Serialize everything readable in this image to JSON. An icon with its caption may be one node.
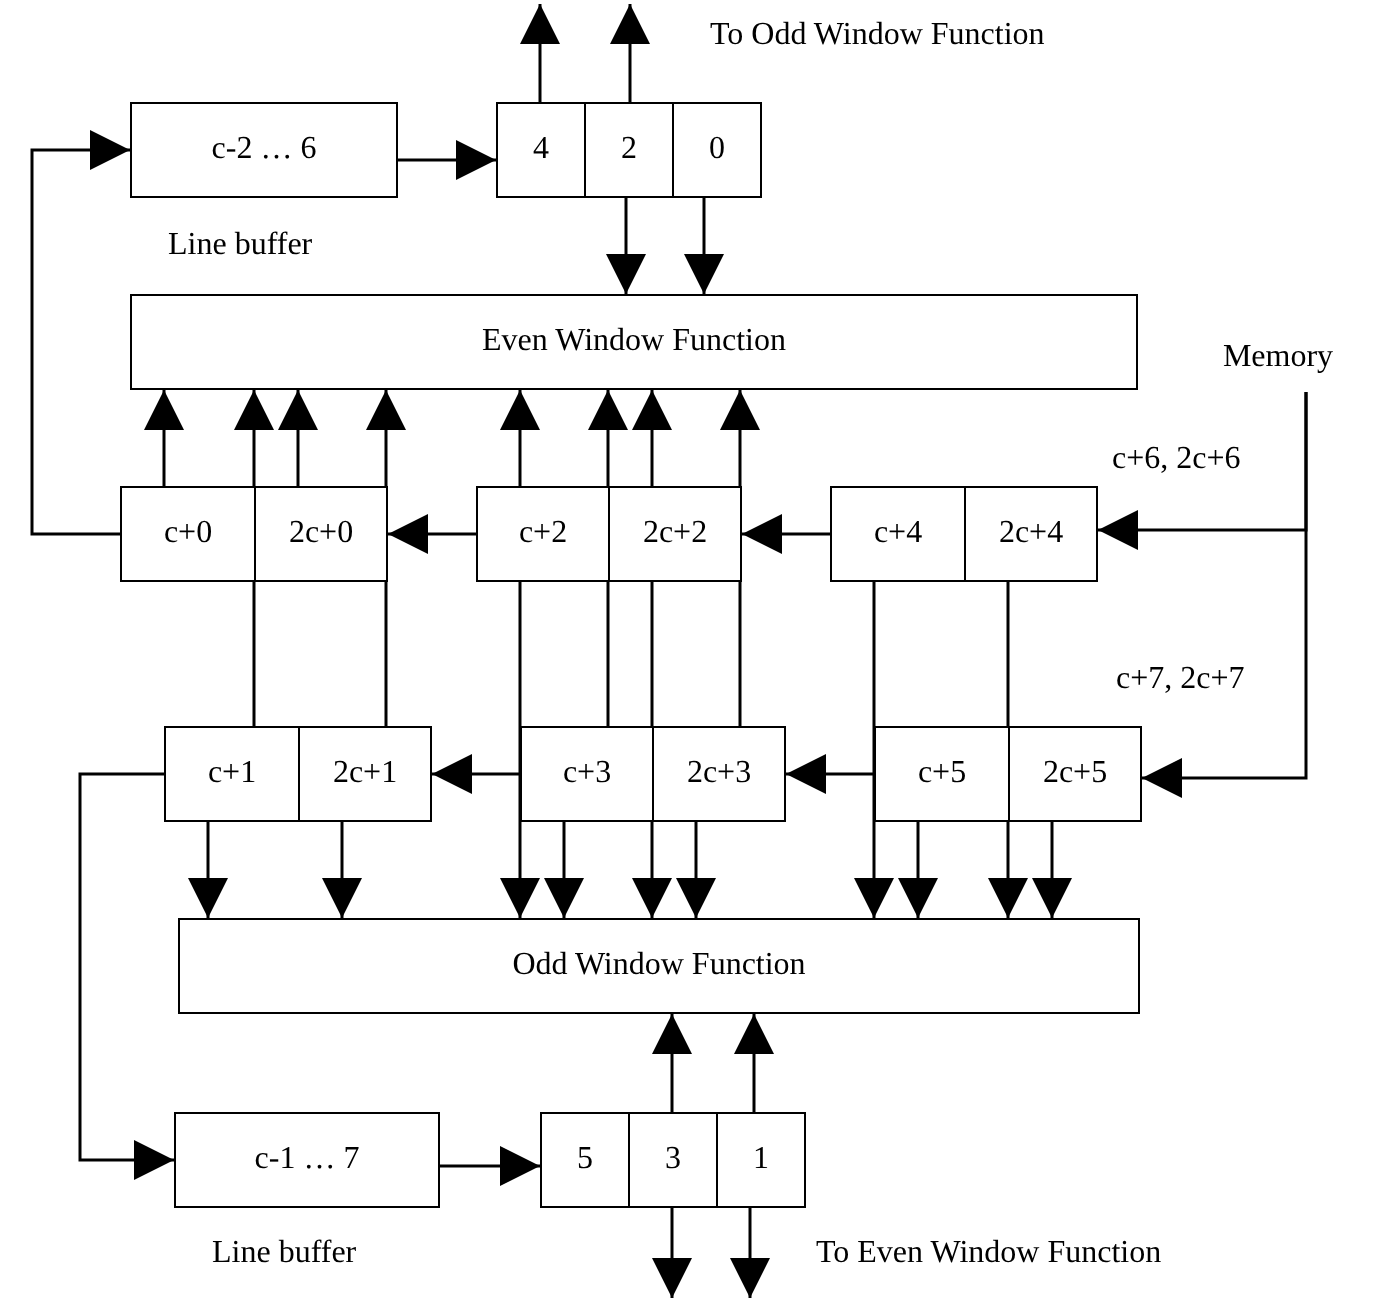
{
  "diagram": {
    "nodes": [
      {
        "text": [
          "c-2 … 6"
        ],
        "beside": [
          "Line buffer"
        ]
      },
      {
        "text": [
          "4"
        ]
      },
      {
        "text": [
          "2"
        ]
      },
      {
        "text": [
          "0"
        ]
      },
      {
        "text": [
          "Even Window Function"
        ]
      },
      {
        "text": [
          "Memory"
        ]
      },
      {
        "text": [
          "c+0"
        ]
      },
      {
        "text": [
          "2c+0"
        ]
      },
      {
        "text": [
          "c+2"
        ]
      },
      {
        "text": [
          "2c+2"
        ]
      },
      {
        "text": [
          "c+4"
        ]
      },
      {
        "text": [
          "2c+4"
        ]
      },
      {
        "text": [
          "c+1"
        ]
      },
      {
        "text": [
          "2c+1"
        ]
      },
      {
        "text": [
          "c+3"
        ]
      },
      {
        "text": [
          "2c+3"
        ]
      },
      {
        "text": [
          "c+5"
        ]
      },
      {
        "text": [
          "2c+5"
        ]
      },
      {
        "text": [
          "Odd Window Function"
        ]
      },
      {
        "text": [
          "c-1 … 7"
        ],
        "beside": [
          "Line buffer"
        ]
      },
      {
        "text": [
          "5"
        ]
      },
      {
        "text": [
          "3"
        ]
      },
      {
        "text": [
          "1"
        ]
      }
    ],
    "edges": [
      {
        "from": 1,
        "to": null,
        "arrow": "to"
      },
      {
        "from": 2,
        "to": null,
        "arrow": "to"
      },
      {
        "from": 2,
        "to": 4,
        "arrow": "to"
      },
      {
        "from": 3,
        "to": 4,
        "arrow": "to"
      },
      {
        "from": 0,
        "to": 1,
        "arrow": "to"
      },
      {
        "from": 6,
        "to": 0,
        "arrow": "to"
      },
      {
        "from": 8,
        "to": 7,
        "arrow": "to"
      },
      {
        "from": 10,
        "to": 9,
        "arrow": "to"
      },
      {
        "from": 5,
        "to": 11,
        "arrow": "to",
        "label": "c+6, 2c+6"
      },
      {
        "from": 5,
        "to": 17,
        "arrow": "to",
        "label": "c+7, 2c+7"
      },
      {
        "from": 6,
        "to": 4,
        "arrow": "to"
      },
      {
        "from": 7,
        "to": 4,
        "arrow": "to"
      },
      {
        "from": 12,
        "to": 4,
        "arrow": "to"
      },
      {
        "from": 13,
        "to": 4,
        "arrow": "to"
      },
      {
        "from": 8,
        "to": 4,
        "arrow": "to"
      },
      {
        "from": 9,
        "to": 4,
        "arrow": "to"
      },
      {
        "from": 14,
        "to": 4,
        "arrow": "to"
      },
      {
        "from": 15,
        "to": 4,
        "arrow": "to"
      },
      {
        "from": 12,
        "to": 18,
        "arrow": "to"
      },
      {
        "from": 13,
        "to": 18,
        "arrow": "to"
      },
      {
        "from": 8,
        "to": 18,
        "arrow": "to"
      },
      {
        "from": 14,
        "to": 18,
        "arrow": "to"
      },
      {
        "from": 9,
        "to": 18,
        "arrow": "to"
      },
      {
        "from": 15,
        "to": 18,
        "arrow": "to"
      },
      {
        "from": 10,
        "to": 18,
        "arrow": "to"
      },
      {
        "from": 16,
        "to": 18,
        "arrow": "to"
      },
      {
        "from": 11,
        "to": 18,
        "arrow": "to"
      },
      {
        "from": 17,
        "to": 18,
        "arrow": "to"
      },
      {
        "from": 16,
        "to": 15,
        "arrow": "to"
      },
      {
        "from": 14,
        "to": 13,
        "arrow": "to"
      },
      {
        "from": 12,
        "to": 19,
        "arrow": "to"
      },
      {
        "from": 19,
        "to": 20,
        "arrow": "to"
      },
      {
        "from": 21,
        "to": 18,
        "arrow": "to"
      },
      {
        "from": 22,
        "to": 18,
        "arrow": "to"
      },
      {
        "from": 21,
        "to": null,
        "arrow": "to"
      },
      {
        "from": 22,
        "to": null,
        "arrow": "to"
      }
    ],
    "labels": [
      "To Odd Window Function",
      "To Even Window Function"
    ]
  }
}
